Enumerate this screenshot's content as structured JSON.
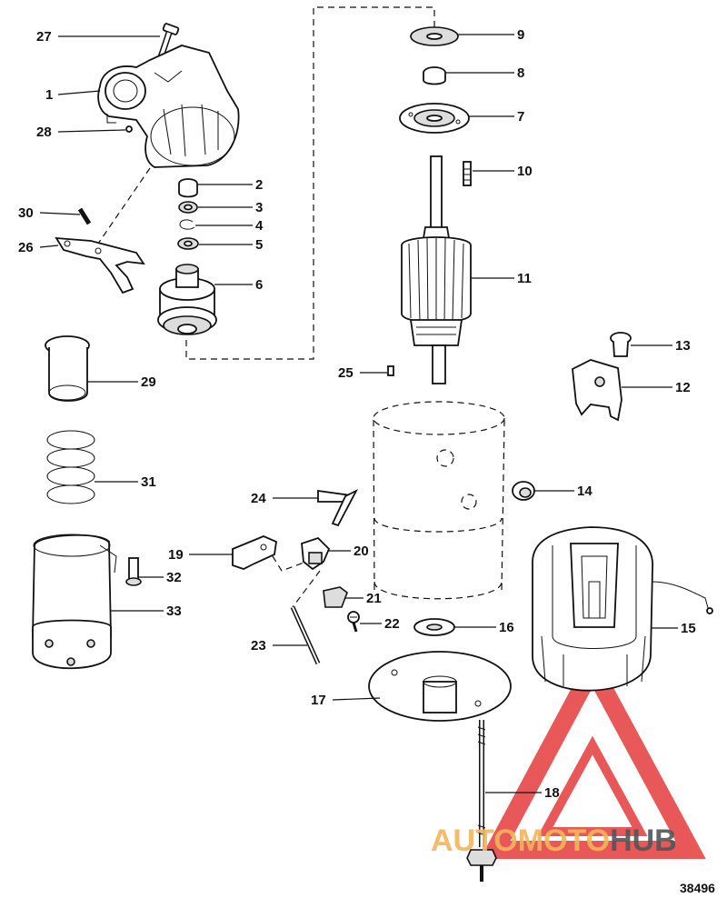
{
  "figure_number": "38496",
  "watermark": {
    "part1": "AUTOMOTO",
    "part2": "HUB",
    "color1": "#f4b45a",
    "color2": "#555555",
    "triangle_color": "#e63b3b"
  },
  "callouts": [
    {
      "id": "c27",
      "text": "27"
    },
    {
      "id": "c1",
      "text": "1"
    },
    {
      "id": "c28",
      "text": "28"
    },
    {
      "id": "c30",
      "text": "30"
    },
    {
      "id": "c26",
      "text": "26"
    },
    {
      "id": "c2",
      "text": "2"
    },
    {
      "id": "c3",
      "text": "3"
    },
    {
      "id": "c4",
      "text": "4"
    },
    {
      "id": "c5",
      "text": "5"
    },
    {
      "id": "c6",
      "text": "6"
    },
    {
      "id": "c9",
      "text": "9"
    },
    {
      "id": "c8",
      "text": "8"
    },
    {
      "id": "c7",
      "text": "7"
    },
    {
      "id": "c10",
      "text": "10"
    },
    {
      "id": "c11",
      "text": "11"
    },
    {
      "id": "c25",
      "text": "25"
    },
    {
      "id": "c13",
      "text": "13"
    },
    {
      "id": "c12",
      "text": "12"
    },
    {
      "id": "c29",
      "text": "29"
    },
    {
      "id": "c31",
      "text": "31"
    },
    {
      "id": "c24",
      "text": "24"
    },
    {
      "id": "c14",
      "text": "14"
    },
    {
      "id": "c19",
      "text": "19"
    },
    {
      "id": "c20",
      "text": "20"
    },
    {
      "id": "c32",
      "text": "32"
    },
    {
      "id": "c33",
      "text": "33"
    },
    {
      "id": "c21",
      "text": "21"
    },
    {
      "id": "c22",
      "text": "22"
    },
    {
      "id": "c16",
      "text": "16"
    },
    {
      "id": "c15",
      "text": "15"
    },
    {
      "id": "c23",
      "text": "23"
    },
    {
      "id": "c17",
      "text": "17"
    },
    {
      "id": "c18",
      "text": "18"
    }
  ]
}
